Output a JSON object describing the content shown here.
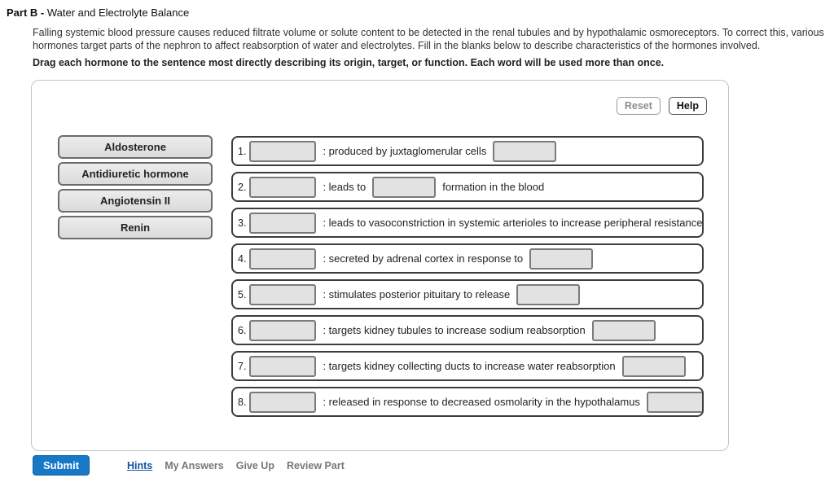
{
  "header": {
    "part_label": "Part B - ",
    "part_title": "Water and Electrolyte Balance",
    "description": "Falling systemic blood pressure causes reduced filtrate volume or solute content to be detected in the renal tubules and by hypothalamic osmoreceptors. To correct this, various hormones target parts of the nephron to affect reabsorption of water and electrolytes. Fill in the blanks below to describe characteristics of the hormones involved.",
    "instruction": "Drag each hormone to the sentence most directly describing its origin, target, or function. Each word will be used more than once."
  },
  "panel": {
    "reset_label": "Reset",
    "help_label": "Help",
    "hormones": [
      "Aldosterone",
      "Antidiuretic hormone",
      "Angiotensin II",
      "Renin"
    ],
    "sentences": [
      {
        "number": "1.",
        "text": ": produced by juxtaglomerular cells",
        "second_blank": false,
        "tail": ""
      },
      {
        "number": "2.",
        "text": ": leads to",
        "second_blank": true,
        "tail": "formation in the blood"
      },
      {
        "number": "3.",
        "text": ": leads to vasoconstriction in systemic arterioles to increase peripheral resistance",
        "second_blank": false,
        "tail": ""
      },
      {
        "number": "4.",
        "text": ": secreted by adrenal cortex in response to",
        "second_blank": true,
        "tail": ""
      },
      {
        "number": "5.",
        "text": ": stimulates posterior pituitary to release",
        "second_blank": true,
        "tail": ""
      },
      {
        "number": "6.",
        "text": ": targets kidney tubules to increase sodium reabsorption",
        "second_blank": false,
        "tail": ""
      },
      {
        "number": "7.",
        "text": ": targets kidney collecting ducts to increase water reabsorption",
        "second_blank": false,
        "tail": ""
      },
      {
        "number": "8.",
        "text": ": released in response to decreased osmolarity in the hypothalamus",
        "second_blank": false,
        "tail": ""
      }
    ]
  },
  "footer": {
    "submit_label": "Submit",
    "links": [
      "Hints",
      "My Answers",
      "Give Up",
      "Review Part"
    ]
  },
  "colors": {
    "submit_blue": "#1878c8",
    "submit_border": "#0f62a0",
    "link_blue": "#1253a4",
    "chip_gray": "#e2e2e2",
    "row_border": "#3c3c3c"
  }
}
